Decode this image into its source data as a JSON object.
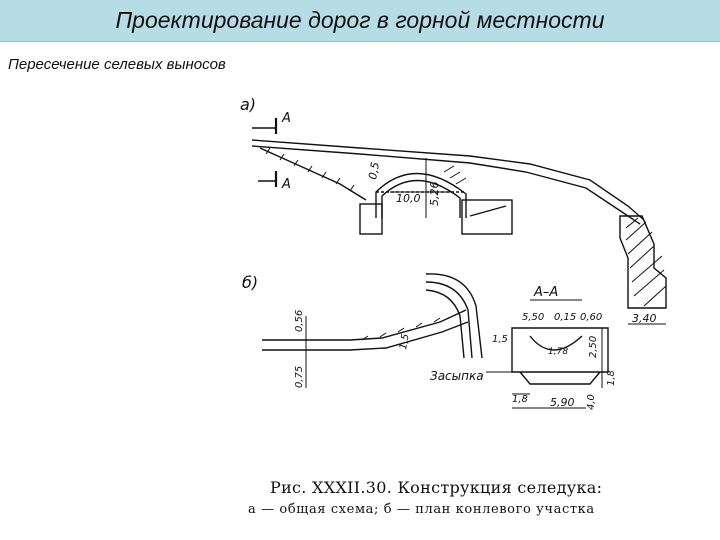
{
  "slide": {
    "title": "Проектирование дорог в горной местности",
    "subtitle": "Пересечение селевых выносов"
  },
  "figure": {
    "part_a": "а)",
    "part_b": "б)",
    "section_mark": "A",
    "section_title": "А–А",
    "dims": {
      "d_0_5": "0,5",
      "d_10_0": "10,0",
      "d_5_26": "5,26",
      "d_3_40": "3,40",
      "d_0_56": "0,56",
      "d_0_75": "0,75",
      "d_5_50": "5,50",
      "d_0_15": "0,15",
      "d_0_60": "0,60",
      "d_1_5": "1,5",
      "d_2_50": "2,50",
      "d_1_8": "1,8",
      "d_5_90": "5,90",
      "d_4_0": "4,0",
      "d_1_78": "1,78",
      "d_1_5b": "1,5"
    },
    "fill_label": "Засыпка",
    "caption_line1": "Рис. XXXII.30. Конструкция селедука:",
    "caption_line2": "а — общая схема; б — план конлевого участка"
  }
}
